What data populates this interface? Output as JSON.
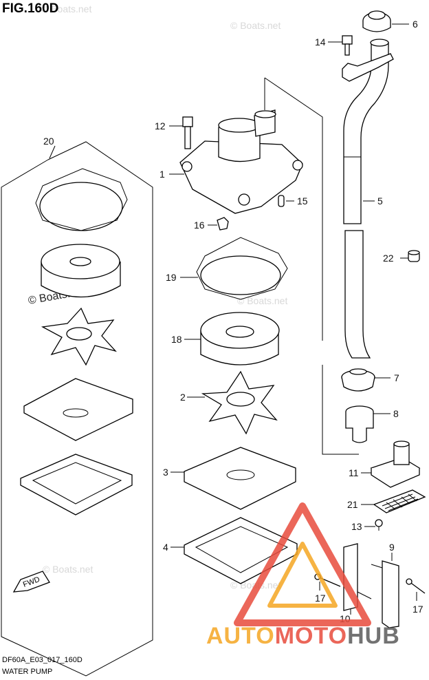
{
  "header": {
    "figure_title": "FIG.160D"
  },
  "footer": {
    "code": "DF60A_E03_017_160D",
    "name": "WATER PUMP"
  },
  "watermarks": {
    "text": "© Boats.net"
  },
  "logo": {
    "auto": "AUTO",
    "moto": "MOTO",
    "hub": "HUB",
    "colors": {
      "auto": "#f5a623",
      "moto": "#e84c3d",
      "hub": "#5a5a5a"
    }
  },
  "fwd_label": "FWD",
  "callouts": {
    "c1": "1",
    "c2": "2",
    "c3": "3",
    "c4": "4",
    "c5": "5",
    "c6": "6",
    "c7": "7",
    "c8": "8",
    "c9": "9",
    "c10": "10",
    "c11": "11",
    "c12": "12",
    "c13": "13",
    "c14": "14",
    "c15": "15",
    "c16": "16",
    "c17a": "17",
    "c17b": "17",
    "c18": "18",
    "c19": "19",
    "c20": "20",
    "c21": "21",
    "c22": "22"
  }
}
